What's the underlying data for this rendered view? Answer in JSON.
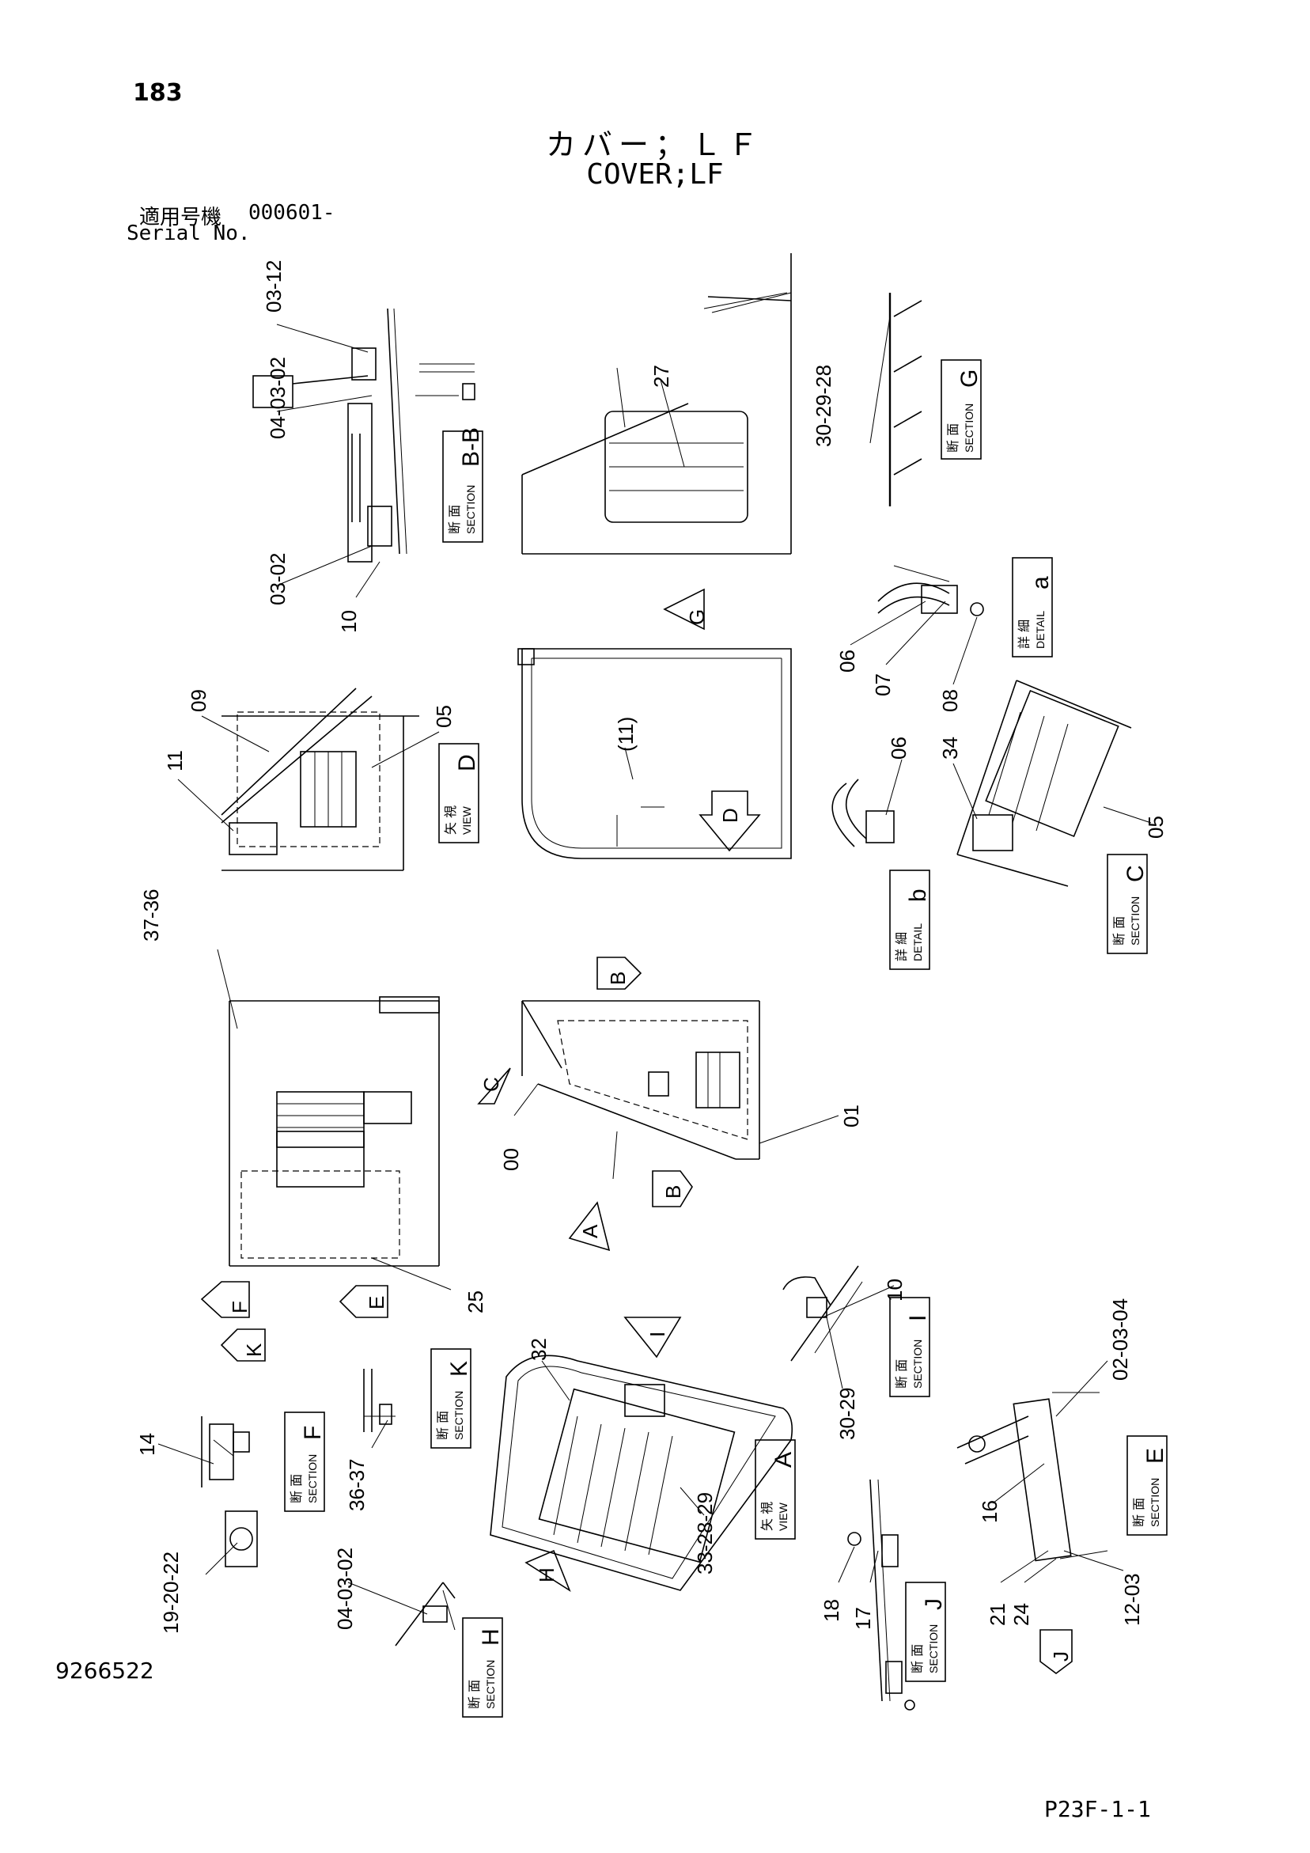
{
  "page_number": "183",
  "title_jp": "カバー；ＬＦ",
  "title_en": "COVER;LF",
  "serial_label_jp": "適用号機",
  "serial_value": "000601-",
  "serial_label_en": "Serial No.",
  "doc_number": "9266522",
  "page_ref": "P23F-1-1",
  "section_labels": [
    {
      "jp": "断 面",
      "en": "SECTION",
      "letter": "B-B"
    },
    {
      "jp": "断 面",
      "en": "SECTION",
      "letter": "G"
    },
    {
      "jp": "詳 細",
      "en": "DETAIL",
      "letter": "a"
    },
    {
      "jp": "矢 視",
      "en": "VIEW",
      "letter": "D"
    },
    {
      "jp": "詳 細",
      "en": "DETAIL",
      "letter": "b"
    },
    {
      "jp": "断 面",
      "en": "SECTION",
      "letter": "C"
    },
    {
      "jp": "断 面",
      "en": "SECTION",
      "letter": "I"
    },
    {
      "jp": "断 面",
      "en": "SECTION",
      "letter": "K"
    },
    {
      "jp": "断 面",
      "en": "SECTION",
      "letter": "F"
    },
    {
      "jp": "矢 視",
      "en": "VIEW",
      "letter": "A"
    },
    {
      "jp": "断 面",
      "en": "SECTION",
      "letter": "E"
    },
    {
      "jp": "断 面",
      "en": "SECTION",
      "letter": "J"
    },
    {
      "jp": "断 面",
      "en": "SECTION",
      "letter": "H"
    }
  ],
  "view_arrows": [
    "G",
    "D",
    "B",
    "C",
    "B",
    "A",
    "I",
    "F",
    "E",
    "K",
    "H",
    "J"
  ],
  "part_callouts": [
    "03-12",
    "04-03-02",
    "03-02",
    "10",
    "27",
    "30-29-28",
    "09",
    "05",
    "11",
    "(11)",
    "06",
    "07",
    "08",
    "06",
    "34",
    "05",
    "37-36",
    "00",
    "01",
    "25",
    "32",
    "10",
    "30-29",
    "14",
    "36-37",
    "02-03-04",
    "16",
    "19-20-22",
    "04-03-02",
    "33-28-29",
    "18",
    "17",
    "21",
    "24",
    "12-03"
  ]
}
